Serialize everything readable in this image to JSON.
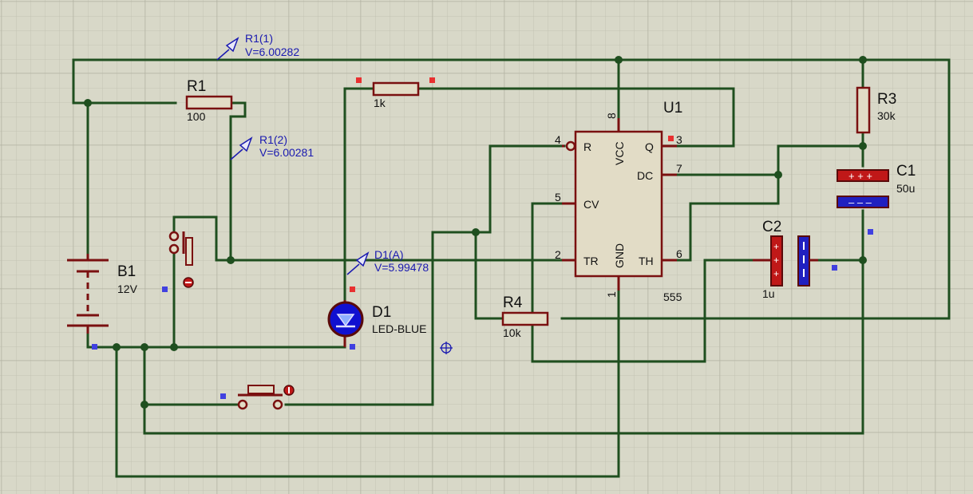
{
  "colors": {
    "background": "#d8d8c8",
    "grid_minor": "#c3c3b3",
    "grid_major": "#b0b0a0",
    "wire": "#1f4f1f",
    "component": "#7a1010",
    "component_fill": "#e2dcc6",
    "probe_text": "#1a1ab0",
    "led": "#1010d0"
  },
  "components": {
    "r1": {
      "ref": "R1",
      "value": "100"
    },
    "r_top": {
      "value": "1k"
    },
    "r3": {
      "ref": "R3",
      "value": "30k"
    },
    "r4": {
      "ref": "R4",
      "value": "10k"
    },
    "c1": {
      "ref": "C1",
      "value": "50u"
    },
    "c2": {
      "ref": "C2",
      "value": "1u"
    },
    "b1": {
      "ref": "B1",
      "value": "12V"
    },
    "d1": {
      "ref": "D1",
      "value": "LED-BLUE"
    },
    "u1": {
      "ref": "U1",
      "value": "555",
      "pins": {
        "r": "R",
        "vcc": "VCC",
        "q": "Q",
        "dc": "DC",
        "cv": "CV",
        "tr": "TR",
        "gnd": "GND",
        "th": "TH"
      },
      "pin_numbers": {
        "r": "4",
        "vcc": "8",
        "q": "3",
        "dc": "7",
        "cv": "5",
        "tr": "2",
        "gnd": "1",
        "th": "6"
      }
    }
  },
  "probes": {
    "r1_1": {
      "name": "R1(1)",
      "reading": "V=6.00282"
    },
    "r1_2": {
      "name": "R1(2)",
      "reading": "V=6.00281"
    },
    "d1_a": {
      "name": "D1(A)",
      "reading": "V=5.99478"
    }
  }
}
